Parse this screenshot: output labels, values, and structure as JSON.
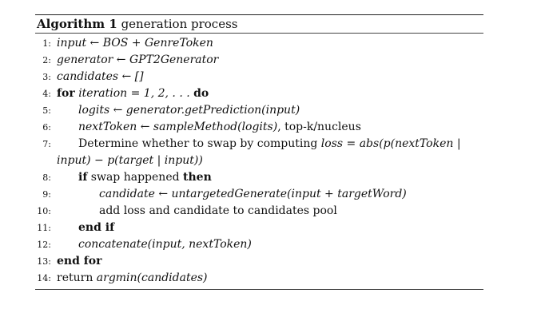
{
  "algorithm": {
    "label": "Algorithm 1",
    "caption": "generation process",
    "lines": [
      {
        "num": "1:",
        "text": "input ← BOS + GenreToken"
      },
      {
        "num": "2:",
        "text": "generator ← GPT2Generator"
      },
      {
        "num": "3:",
        "text": "candidates ← []"
      },
      {
        "num": "4:",
        "keyword_for": "for",
        "iter": "iteration = 1, 2, . . .",
        "keyword_do": "do"
      },
      {
        "num": "5:",
        "text": "logits ← generator.getPrediction(input)"
      },
      {
        "num": "6:",
        "text": "nextToken ← sampleMethod(logits)",
        "suffix": ", top-k/nucleus"
      },
      {
        "num": "7:",
        "plain": "Determine whether to swap by computing ",
        "formula_a": "loss = abs(p(nextToken |"
      },
      {
        "num": "",
        "formula_b": "input) − p(target | input))"
      },
      {
        "num": "8:",
        "keyword_if": "if",
        "cond": "swap happened",
        "keyword_then": "then"
      },
      {
        "num": "9:",
        "text": "candidate ← untargetedGenerate(input + targetWord)"
      },
      {
        "num": "10:",
        "plain": "add loss and candidate to candidates pool"
      },
      {
        "num": "11:",
        "keyword": "end if"
      },
      {
        "num": "12:",
        "text": "concatenate(input, nextToken)"
      },
      {
        "num": "13:",
        "keyword": "end for"
      },
      {
        "num": "14:",
        "plain": "return ",
        "text": "argmin(candidates)"
      }
    ]
  }
}
